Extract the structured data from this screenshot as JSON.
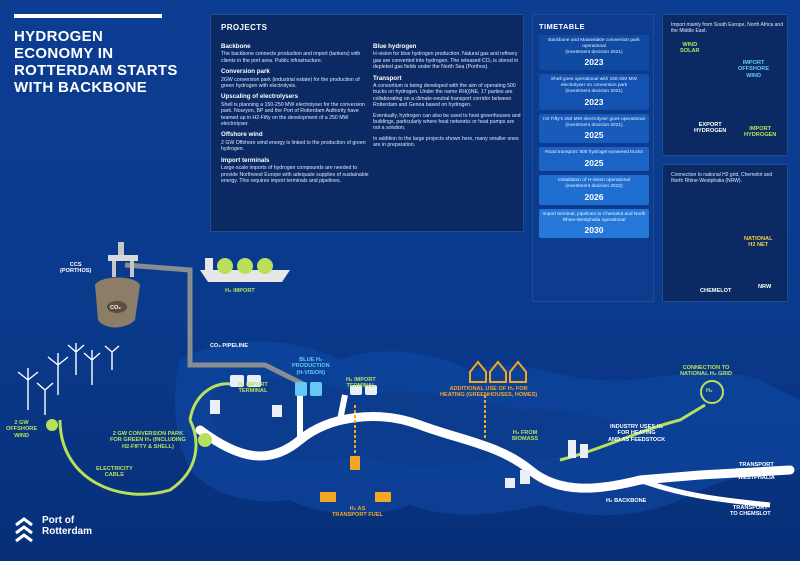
{
  "title": "HYDROGEN\nECONOMY IN\nROTTERDAM STARTS\nWITH BACKBONE",
  "projects": {
    "heading": "PROJECTS",
    "left": [
      {
        "title": "Backbone",
        "text": "The backbone connects production and import (tankers) with clients in the port area. Public infrastructure."
      },
      {
        "title": "Conversion park",
        "text": "2GW conversion park (industrial estate) for the production of green hydrogen with electrolysis."
      },
      {
        "title": "Upscaling of electrolysers",
        "text": "Shell is planning a 150-250 MW electrolyser for the conversion park. Nouryon, BP and the Port of Rotterdam Authority have teamed up in H2-Fifty on the development of a 250 MW electrolyser."
      },
      {
        "title": "Offshore wind",
        "text": "2 GW Offshore wind energy is linked to the production of green hydrogen."
      },
      {
        "title": "Import terminals",
        "text": "Large-scale imports of hydrogen compounds are needed to provide Northwest Europe with adequate supplies of sustainable energy. This requires import terminals and pipelines."
      }
    ],
    "right": [
      {
        "title": "Blue hydrogen",
        "text": "H-vision for blue hydrogen production. Natural gas and refinery gas are converted into hydrogen. The released CO₂ is stored in depleted gas fields under the North Sea (Porthos)."
      },
      {
        "title": "Transport",
        "text": "A consortium is being developed with the aim of operating 500 trucks on hydrogen. Under the name RH(i)NE, 17 parties are collaborating on a climate-neutral transport corridor between Rotterdam and Genoa based on hydrogen."
      },
      {
        "title": "",
        "text": "Eventually, hydrogen can also be used to heat greenhouses and buildings, particularly where heat networks or heat pumps are not a solution."
      },
      {
        "title": "",
        "text": "In addition to the large projects shown here, many smaller ones are in preparation."
      }
    ]
  },
  "timetable": {
    "heading": "TIMETABLE",
    "items": [
      {
        "text": "Backbone and Maasvlakte conversion park operational",
        "note": "(investment decision 2021)",
        "year": "2023"
      },
      {
        "text": "Shell goes operational with 150-250 MW electrolyser on conversion park",
        "note": "(investment decision 2021)",
        "year": "2023"
      },
      {
        "text": "H2 Fifty's 250 MW electrolyser goes operational",
        "note": "(investment decision 2021)",
        "year": "2025"
      },
      {
        "text": "Road transport: 500 hydrogen-powered trucks",
        "note": "",
        "year": "2025"
      },
      {
        "text": "Installation of H-vision operational",
        "note": "(investment decision 2022)",
        "year": "2026"
      },
      {
        "text": "Import terminal, pipelines to Chemelot and North Rhine-Westphalia operational",
        "note": "",
        "year": "2030"
      }
    ]
  },
  "side_top": {
    "text": "Import mainly from South Europe, North Africa and the Middle East.",
    "labels": {
      "wind": "WIND\nSOLAR",
      "import_offshore": "IMPORT\nOFFSHORE\nWIND",
      "export": "EXPORT\nHYDROGEN",
      "import_h": "IMPORT\nHYDROGEN"
    }
  },
  "side_bottom": {
    "text": "Connection to national H2 grid, Chemelot and North Rhine-Westphalia (NRW).",
    "labels": {
      "national": "NATIONAL\nH2 NET",
      "chemelot": "CHEMELOT",
      "nrw": "NRW"
    }
  },
  "map_labels": {
    "ccs": "CCS\n(PORTHOS)",
    "co2": "CO₂",
    "h2_import_ship": "H₂ IMPORT",
    "co2_pipeline": "CO₂ PIPELINE",
    "blue_h2": "BLUE H₂\nPRODUCTION\n(H-VISION)",
    "h2_import_terminal_1": "H₂ IMPORT\nTERMINAL",
    "h2_import_terminal_2": "H₂ IMPORT\nTERMINAL",
    "offshore_wind": "2 GW\nOFFSHORE\nWIND",
    "conversion_park": "2 GW CONVERSION PARK\nFOR GREEN H₂ (INCLUDING\nH2-FIFTY & SHELL)",
    "electricity_cable": "ELECTRICITY\nCABLE",
    "h2_transport_fuel": "H₂ AS\nTRANSPORT FUEL",
    "heating": "ADDITIONAL USE OF H₂ FOR\nHEATING (GREENHOUSES, HOMES)",
    "biomass": "H₂ FROM\nBIOMASS",
    "industry": "INDUSTRY USES H₂\nFOR HEATING\nAND AS FEEDSTOCK",
    "national_grid": "CONNECTION TO\nNATIONAL H₂ GRID",
    "h2_circle": "H₂",
    "backbone": "H₂ BACKBONE",
    "transport_nrw": "TRANSPORT\nNORTH RHINE-\nWESTPHALIA",
    "transport_chemelot": "TRANSPORT\nTO CHEMSLOT"
  },
  "logo": {
    "text": "Port of\nRotterdam"
  },
  "colors": {
    "background": "#0a3a8c",
    "panel": "#0b2a63",
    "lime": "#b8e05a",
    "orange": "#f5a623",
    "cyan": "#66c8f5",
    "backbone": "#ffffff"
  }
}
